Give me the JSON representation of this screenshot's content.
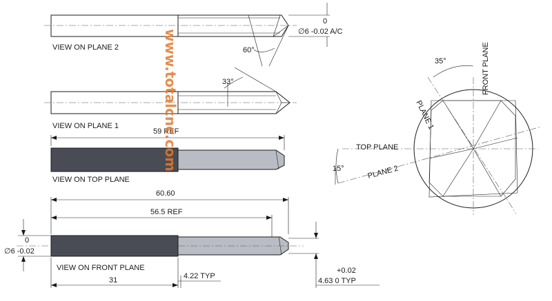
{
  "views": {
    "plane2": "VIEW ON PLANE 2",
    "plane1": "VIEW ON PLANE 1",
    "top": "VIEW ON TOP PLANE",
    "front": "VIEW ON FRONT PLANE"
  },
  "planes": {
    "plane1": "PLANE 1",
    "front": "FRONT PLANE",
    "top": "TOP PLANE",
    "plane2": "PLANE 2"
  },
  "dimensions": {
    "tol_top_zero": "0",
    "dia_top": "∅6  -0.02 A/C",
    "angle_60": "60°",
    "angle_33": "33°",
    "ref_59": "59 REF",
    "len_6060": "60.60",
    "ref_565": "56.5 REF",
    "tol_left_zero": "0",
    "dia_left": "∅6  -0.02",
    "len_31": "31",
    "typ_422": "4.22 TYP",
    "tol_plus": "+0.02",
    "len_463": "4.63   0     TYP",
    "angle_35": "35°",
    "angle_15": "15°"
  },
  "watermark": "www.totalcnc.com",
  "colors": {
    "shank_dark": "#4a4c55",
    "tip_light": "#b9bcc4",
    "watermark": "#e27a2e"
  }
}
